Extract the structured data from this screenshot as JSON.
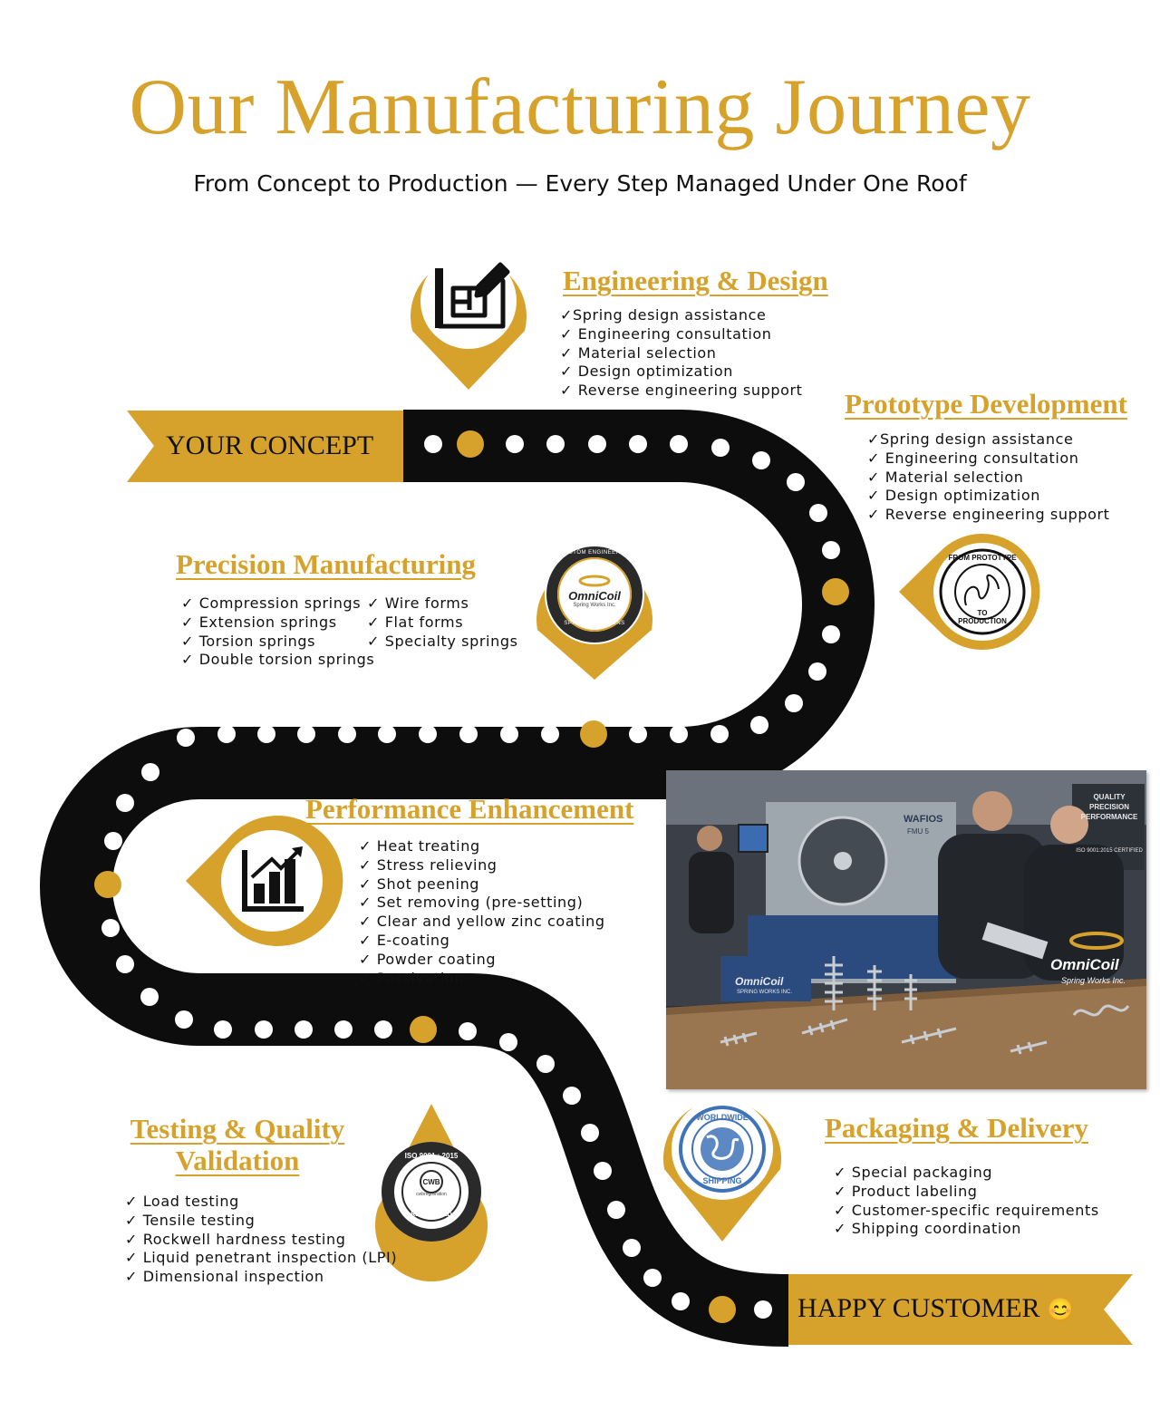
{
  "header": {
    "title": "Our Manufacturing Journey",
    "subtitle": "From Concept to Production — Every Step Managed Under One Roof"
  },
  "banners": {
    "start": "YOUR CONCEPT",
    "end": "HAPPY CUSTOMER",
    "end_emoji": "😊"
  },
  "sections": {
    "engineering": {
      "title": "Engineering & Design",
      "items": [
        "✓Spring design assistance",
        "✓ Engineering consultation",
        "✓ Material selection",
        "✓ Design optimization",
        "✓ Reverse engineering support"
      ]
    },
    "prototype": {
      "title": "Prototype Development",
      "items": [
        "✓Spring design assistance",
        "✓ Engineering consultation",
        "✓ Material selection",
        "✓ Design optimization",
        "✓ Reverse engineering support"
      ]
    },
    "precision": {
      "title": "Precision Manufacturing",
      "items_left": [
        "✓ Compression springs",
        "✓ Extension springs",
        "✓ Torsion springs",
        "✓ Double torsion springs"
      ],
      "items_right": [
        "✓ Wire forms",
        "✓ Flat forms",
        "✓ Specialty springs"
      ]
    },
    "performance": {
      "title": "Performance Enhancement",
      "items": [
        "✓ Heat treating",
        "✓ Stress relieving",
        "✓ Shot peening",
        "✓ Set removing (pre-setting)",
        "✓ Clear and yellow zinc coating",
        "✓ E-coating",
        "✓ Powder coating",
        "✓ Passivation"
      ]
    },
    "testing": {
      "title_line1": "Testing & Quality",
      "title_line2": "Validation",
      "items": [
        "✓ Load testing",
        "✓ Tensile testing",
        "✓ Rockwell hardness testing",
        "✓ Liquid penetrant inspection (LPI)",
        "✓ Dimensional inspection"
      ]
    },
    "packaging": {
      "title": "Packaging & Delivery",
      "items": [
        "✓ Special packaging",
        "✓ Product labeling",
        "✓ Customer-specific requirements",
        "✓ Shipping coordination"
      ]
    }
  },
  "badges": {
    "omnicoil": {
      "top": "CUSTOM ENGINEERED",
      "bottom": "SPRING SOLUTIONS",
      "brand": "OmniCoil",
      "sub": "Spring Works Inc."
    },
    "prototype": {
      "top": "FROM PROTOTYPE",
      "mid": "TO",
      "bottom": "PRODUCTION"
    },
    "iso": {
      "top": "ISO 9001 : 2015",
      "logo": "CWB",
      "sub": "cwbregistration",
      "bottom": "REGISTERED"
    },
    "worldwide": {
      "top": "WORLDWIDE",
      "bottom": "SHIPPING"
    }
  },
  "photo": {
    "sign_lines": [
      "QUALITY",
      "PRECISION",
      "PERFORMANCE"
    ],
    "sign_cert": "ISO 9001:2015 CERTIFIED",
    "machine_brand": "WAFIOS",
    "machine_model": "FMU 5",
    "brand": "OmniCoil",
    "brand_sub": "Spring Works Inc.",
    "cabinet_brand": "OmniCoil",
    "cabinet_sub": "SPRING WORKS INC."
  },
  "colors": {
    "gold": "#d6a22b",
    "road": "#0d0d0d",
    "text": "#111111"
  }
}
